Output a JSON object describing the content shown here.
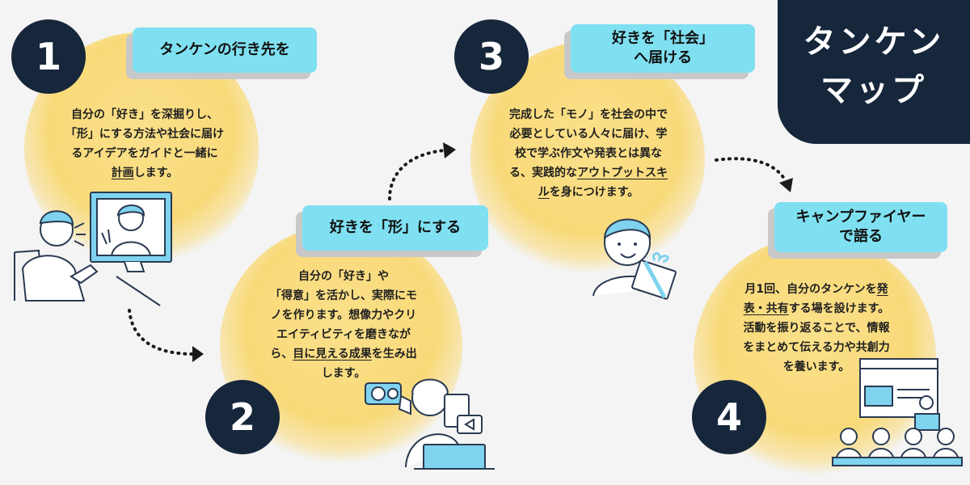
{
  "title": {
    "line1": "タンケン",
    "line2": "マップ"
  },
  "steps": [
    {
      "number": "1",
      "heading": [
        "タンケンの行き先を"
      ],
      "desc": [
        [
          "自分の「好き」を深掘りし、"
        ],
        [
          "「形」にする方法や社会に届け"
        ],
        [
          "るアイデアをガイドと一緒に"
        ],
        [
          {
            "t": "計画",
            "u": true
          },
          {
            "t": "します。"
          }
        ]
      ]
    },
    {
      "number": "2",
      "heading": [
        "好きを「形」にする"
      ],
      "desc": [
        [
          "自分の「好き」や"
        ],
        [
          "「得意」を活かし、実際にモ"
        ],
        [
          "ノを作ります。想像力やクリ"
        ],
        [
          "エイティビティを磨きなが"
        ],
        [
          {
            "t": "ら、"
          },
          {
            "t": "目に見える成果",
            "u": true
          },
          {
            "t": "を生み出"
          }
        ],
        [
          "します。"
        ]
      ]
    },
    {
      "number": "3",
      "heading": [
        "好きを「社会」",
        "へ届ける"
      ],
      "desc": [
        [
          "完成した「モノ」を社会の中で"
        ],
        [
          "必要としている人々に届け、学"
        ],
        [
          "校で学ぶ作文や発表とは異な"
        ],
        [
          {
            "t": "る、実践的な"
          },
          {
            "t": "アウトプットスキ",
            "u": true
          }
        ],
        [
          {
            "t": "ル",
            "u": true
          },
          {
            "t": "を身につけます。"
          }
        ]
      ]
    },
    {
      "number": "4",
      "heading": [
        "キャンプファイヤー",
        "で語る"
      ],
      "desc": [
        [
          {
            "t": "月1回、自分のタンケンを"
          },
          {
            "t": "発",
            "u": true
          }
        ],
        [
          {
            "t": "表・共有",
            "u": true
          },
          {
            "t": "する場を設けます。"
          }
        ],
        [
          "活動を振り返ることで、情報"
        ],
        [
          "をまとめて伝える力や共創力"
        ],
        [
          "を養います。"
        ]
      ]
    }
  ],
  "colors": {
    "navy": "#16263b",
    "cyan": "#7fe0f1",
    "yellow": "#f9da7a",
    "line": "#2a3a52"
  }
}
